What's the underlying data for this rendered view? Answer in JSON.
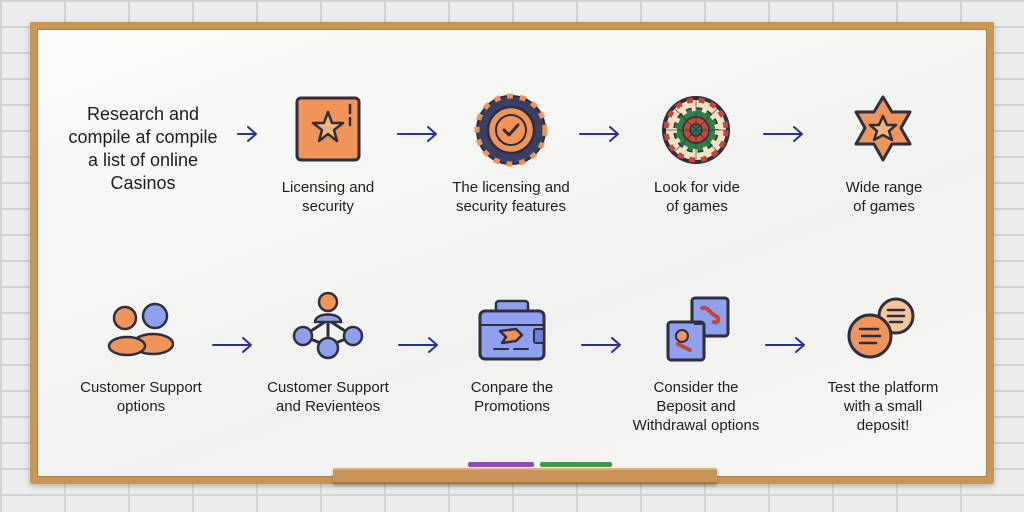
{
  "diagram": {
    "intro_text": "Research and\ncompile af compile\na list of online\nCasinos",
    "row1": [
      {
        "label": "Licensing and\nsecurity",
        "icon": "star-card-icon"
      },
      {
        "label": "The licensing and\nsecurity features",
        "icon": "checkmark-chip-icon"
      },
      {
        "label": "Look for vide\nof games",
        "icon": "dartboard-icon"
      },
      {
        "label": "Wide range\nof games",
        "icon": "star-badge-icon"
      }
    ],
    "row2": [
      {
        "label": "Customer Support\noptions",
        "icon": "users-icon"
      },
      {
        "label": "Customer Support\nand Revienteos",
        "icon": "network-people-icon"
      },
      {
        "label": "Conpare the\nPromotions",
        "icon": "wallet-ticket-icon"
      },
      {
        "label": "Consider the\nBeposit and\nWithdrawal options",
        "icon": "dice-cards-icon"
      },
      {
        "label": "Test the platform\nwith a small\ndeposit!",
        "icon": "coins-icon"
      }
    ],
    "colors": {
      "orange": "#f0945a",
      "dark": "#2e2e3f",
      "blue": "#6f7fe0",
      "arrow": "#2a2f9a",
      "green": "#2f7d47",
      "red": "#c8453a"
    }
  }
}
